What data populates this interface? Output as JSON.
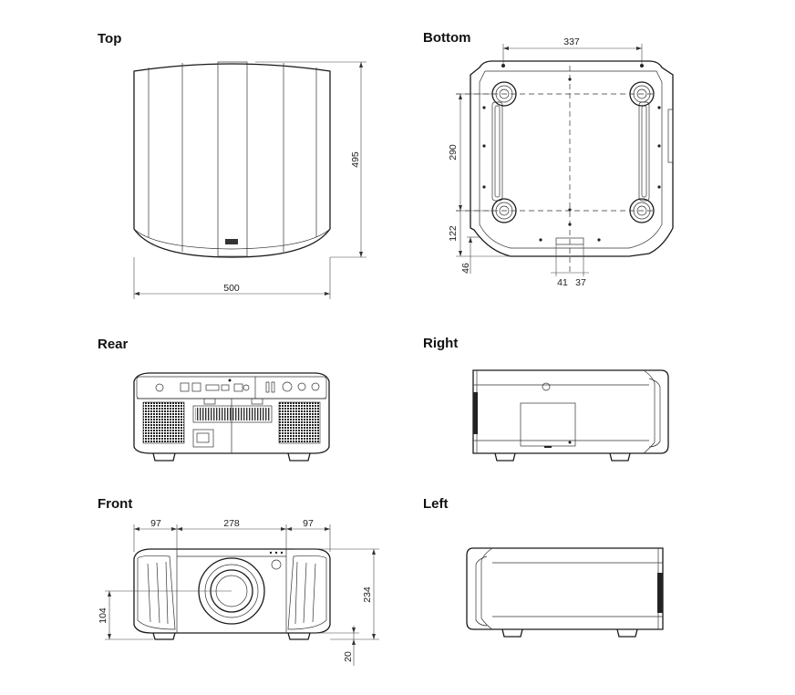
{
  "views": {
    "top": {
      "title": "Top",
      "width": "500",
      "depth": "495"
    },
    "bottom": {
      "title": "Bottom",
      "foot_span_x": "337",
      "foot_span_y": "290",
      "foot_to_edge": "122",
      "rear_offset": "46",
      "center_left": "41",
      "center_right": "37"
    },
    "rear": {
      "title": "Rear"
    },
    "right": {
      "title": "Right"
    },
    "front": {
      "title": "Front",
      "side_left": "97",
      "center": "278",
      "side_right": "97",
      "height": "234",
      "lens_height": "104",
      "foot_height": "20"
    },
    "left": {
      "title": "Left"
    }
  }
}
